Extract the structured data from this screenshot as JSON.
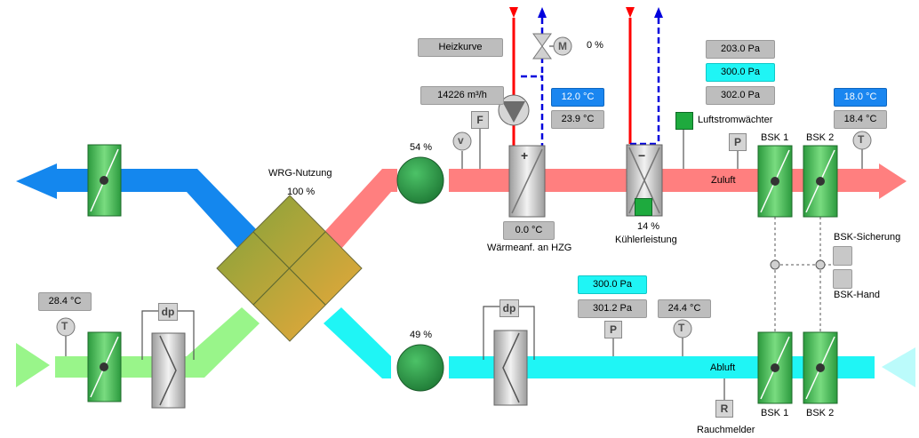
{
  "labels": {
    "heizkurve": "Heizkurve",
    "valve_pct": "0  %",
    "airflow": "14226  m³/h",
    "supply_temp_set": "12.0 °C",
    "supply_temp_act": "23.9 °C",
    "pressure_1": "203.0 Pa",
    "pressure_set": "300.0 Pa",
    "pressure_2": "302.0 Pa",
    "zuluft_temp_set": "18.0 °C",
    "zuluft_temp_act": "18.4 °C",
    "luftstrom": "Luftstromwächter",
    "bsk1_top": "BSK 1",
    "bsk2_top": "BSK 2",
    "fan_top_pct": "54  %",
    "wrg_title": "WRG-Nutzung",
    "wrg_pct": "100  %",
    "zuluft": "Zuluft",
    "heater_temp": "0.0 °C",
    "heater_label": "Wärmeanf. an HZG",
    "cooler_pct": "14  %",
    "cooler_label": "Kühlerleistung",
    "bsk_sicherung": "BSK-Sicherung",
    "bsk_hand": "BSK-Hand",
    "outdoor_temp": "28.4 °C",
    "dp1": "dp",
    "dp2": "dp",
    "abluft_pressure_set": "300.0 Pa",
    "abluft_pressure_act": "301.2 Pa",
    "abluft_temp": "24.4 °C",
    "fan_bottom_pct": "49  %",
    "abluft": "Abluft",
    "bsk1_bottom": "BSK 1",
    "bsk2_bottom": "BSK 2",
    "rauchmelder": "Rauchmelder",
    "sensor_F": "F",
    "sensor_P": "P",
    "sensor_T": "T",
    "sensor_R": "R",
    "sensor_v": "v",
    "sensor_M": "M"
  },
  "colors": {
    "outdoor_air": "#99f58a",
    "exhaust_air": "#1487ee",
    "supply_air": "#ff7f7f",
    "extract_air": "#1ff5f5",
    "fan": "#2f9a4a",
    "damper": "#3fbf55",
    "hot_line": "#ff0000",
    "cold_line": "#0000dd"
  }
}
